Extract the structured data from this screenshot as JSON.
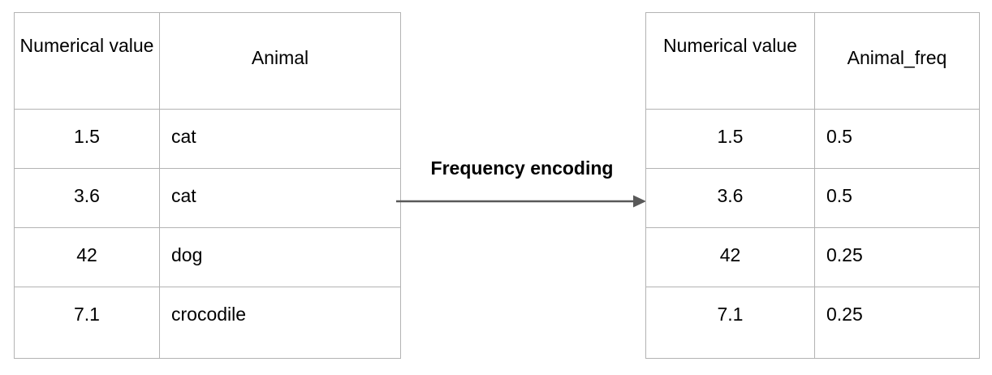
{
  "diagram": {
    "title_label": "Frequency encoding",
    "arrow": {
      "name": "rightward-arrow",
      "color": "#595959",
      "direction": "left-to-right"
    },
    "colors": {
      "border": "#b3b3b3",
      "text": "#000000",
      "background": "#ffffff",
      "arrow": "#595959"
    }
  },
  "source_table": {
    "name": "original-data-table",
    "headers": [
      "Numerical value",
      "Animal"
    ],
    "rows": [
      {
        "numerical_value": "1.5",
        "animal": "cat"
      },
      {
        "numerical_value": "3.6",
        "animal": "cat"
      },
      {
        "numerical_value": "42",
        "animal": "dog"
      },
      {
        "numerical_value": "7.1",
        "animal": "crocodile"
      }
    ]
  },
  "result_table": {
    "name": "encoded-data-table",
    "headers": [
      "Numerical value",
      "Animal_freq"
    ],
    "rows": [
      {
        "numerical_value": "1.5",
        "animal_freq": "0.5"
      },
      {
        "numerical_value": "3.6",
        "animal_freq": "0.5"
      },
      {
        "numerical_value": "42",
        "animal_freq": "0.25"
      },
      {
        "numerical_value": "7.1",
        "animal_freq": "0.25"
      }
    ]
  }
}
